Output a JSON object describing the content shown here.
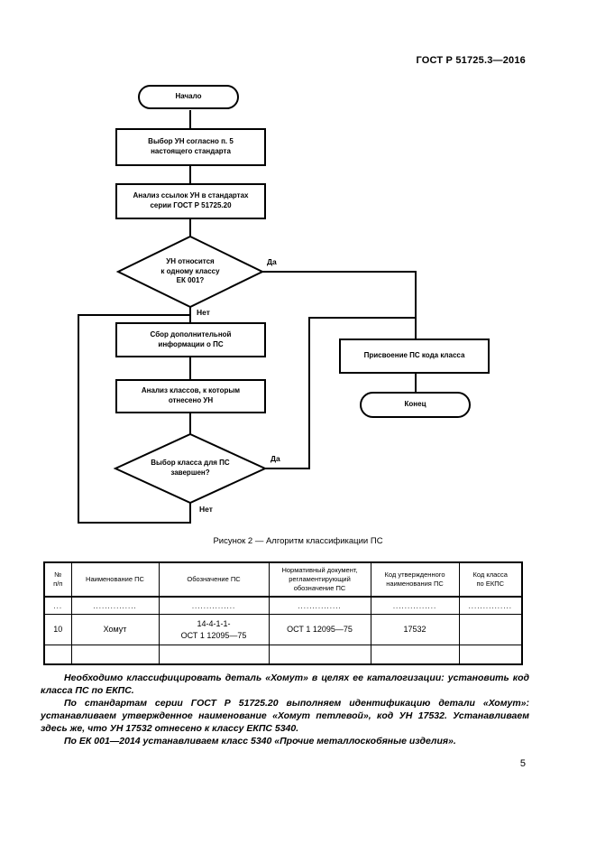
{
  "page": {
    "doc_code": "ГОСТ Р 51725.3—2016",
    "page_number": "5"
  },
  "flowchart": {
    "start_label": "Начало",
    "step_select_un": "Выбор УН согласно п. 5\nнастоящего стандарта",
    "step_analyze_refs": "Анализ ссылок УН в стандартах\nсерии ГОСТ Р 51725.20",
    "decision_one_class": "УН относится\nк одному классу\nЕК 001?",
    "step_collect_info": "Сбор дополнительной\nинформации о ПС",
    "step_analyze_classes": "Анализ классов, к которым\nотнесено УН",
    "decision_class_done": "Выбор класса для ПС\nзавершен?",
    "step_assign_code": "Присвоение ПС кода класса",
    "end_label": "Конец",
    "yes_label": "Да",
    "no_label": "Нет"
  },
  "figure_caption": "Рисунок 2 — Алгоритм классификации ПС",
  "table": {
    "headers": [
      "№\nп/п",
      "Наименование ПС",
      "Обозначение ПС",
      "Нормативный документ,\nрегламентирующий\nобозначение ПС",
      "Код утвержденного\nнаименования ПС",
      "Код класса\nпо ЕКПС"
    ],
    "rows": [
      [
        "...",
        "...............",
        "...............",
        "...............",
        "...............",
        "..............."
      ],
      [
        "10",
        "Хомут",
        "14-4-1-1-\nОСТ 1 12095—75",
        "ОСТ 1 12095—75",
        "17532",
        ""
      ],
      [
        "",
        "",
        "",
        "",
        "",
        ""
      ]
    ]
  },
  "paragraphs": [
    "Необходимо классифицировать деталь «Хомут» в целях ее каталогизации: установить код класса ПС по ЕКПС.",
    "По стандартам серии ГОСТ Р 51725.20 выполняем идентификацию детали «Хомут»: устанавливаем утвержденное наименование «Хомут петлевой», код УН 17532. Устанавливаем здесь же, что УН 17532 отнесено к классу ЕКПС 5340.",
    "По ЕК 001—2014 устанавливаем класс 5340 «Прочие металлоскобяные изделия»."
  ],
  "colors": {
    "ink": "#000000",
    "paper": "#ffffff"
  }
}
